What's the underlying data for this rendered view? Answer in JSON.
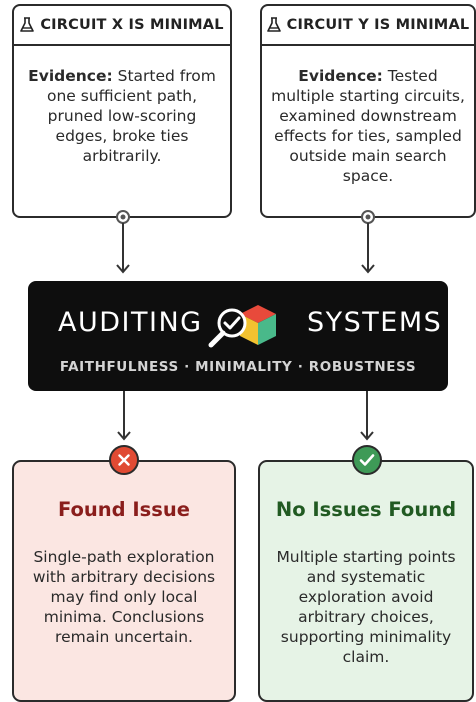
{
  "colors": {
    "bad_fill": "#fbe6e2",
    "bad_title": "#8a1e1c",
    "bad_badge": "#e04a33",
    "good_fill": "#e6f3e6",
    "good_title": "#215a22",
    "good_badge": "#3e9a57",
    "band": "#0e0e0e"
  },
  "claims": [
    {
      "icon": "flask-icon",
      "title": "CIRCUIT X IS MINIMAL",
      "evidence_label": "Evidence:",
      "evidence_text": "Started from one sufficient path, pruned low-scoring edges, broke ties arbitrarily."
    },
    {
      "icon": "flask-icon",
      "title": "CIRCUIT Y IS MINIMAL",
      "evidence_label": "Evidence:",
      "evidence_text": "Tested multiple starting circuits, examined downstream effects for ties, sampled outside main search space."
    }
  ],
  "system": {
    "word_left": "AUDITING",
    "word_right": "SYSTEMS",
    "icon": "magnifier-cube-icon",
    "criteria": "FAITHFULNESS · MINIMALITY · ROBUSTNESS"
  },
  "results": [
    {
      "status_icon": "x-circle-icon",
      "title": "Found Issue",
      "body": "Single-path exploration with arbitrary decisions may find only local minima. Conclusions remain uncertain."
    },
    {
      "status_icon": "check-circle-icon",
      "title": "No Issues Found",
      "body": "Multiple starting points and systematic exploration avoid arbitrary choices, supporting minimality claim."
    }
  ]
}
